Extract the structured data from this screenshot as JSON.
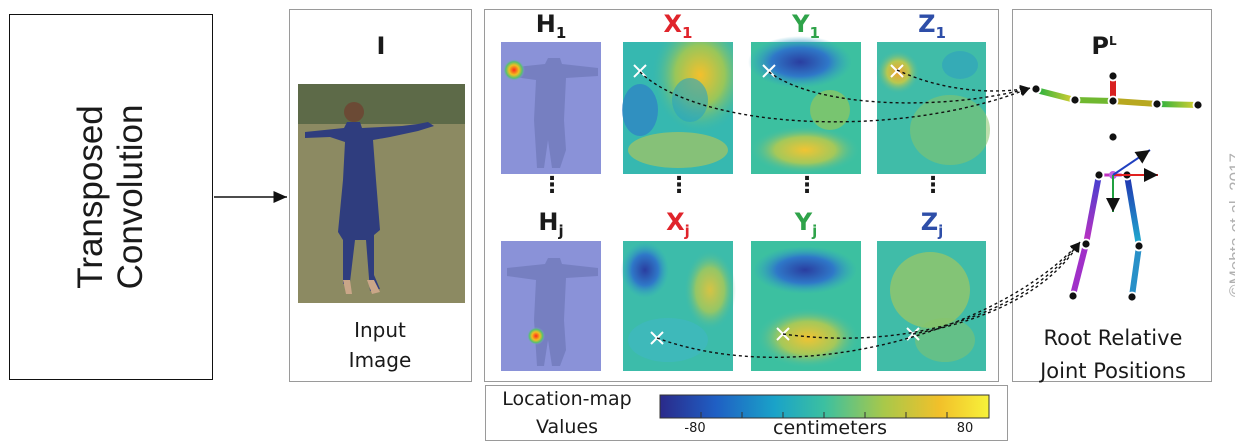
{
  "transposed_conv": {
    "line1": "Transposed",
    "line2": "Convolution"
  },
  "input": {
    "label": "I",
    "caption_line1": "Input",
    "caption_line2": "Image"
  },
  "maps": {
    "row1": [
      {
        "letter": "H",
        "sub": "1",
        "color": "#1a1a1a"
      },
      {
        "letter": "X",
        "sub": "1",
        "color": "#e0242b"
      },
      {
        "letter": "Y",
        "sub": "1",
        "color": "#2fa34a"
      },
      {
        "letter": "Z",
        "sub": "1",
        "color": "#2e4ea8"
      }
    ],
    "row2": [
      {
        "letter": "H",
        "sub": "j",
        "color": "#1a1a1a"
      },
      {
        "letter": "X",
        "sub": "j",
        "color": "#e0242b"
      },
      {
        "letter": "Y",
        "sub": "j",
        "color": "#2fa34a"
      },
      {
        "letter": "Z",
        "sub": "j",
        "color": "#2e4ea8"
      }
    ],
    "ellipsis": "⋮"
  },
  "pose": {
    "label": "P",
    "superscript": "L",
    "caption_line1": "Root Relative",
    "caption_line2": "Joint Positions"
  },
  "legend": {
    "title_line1": "Location-map",
    "title_line2": "Values",
    "min": "-80",
    "max": "80",
    "unit": "centimeters",
    "colors": [
      "#2a2a8a",
      "#1f5fc4",
      "#1aa3c8",
      "#3cc0a0",
      "#a8c84a",
      "#f2c02a",
      "#f7f23a"
    ]
  },
  "credit": "©Mehta et al. 2017"
}
